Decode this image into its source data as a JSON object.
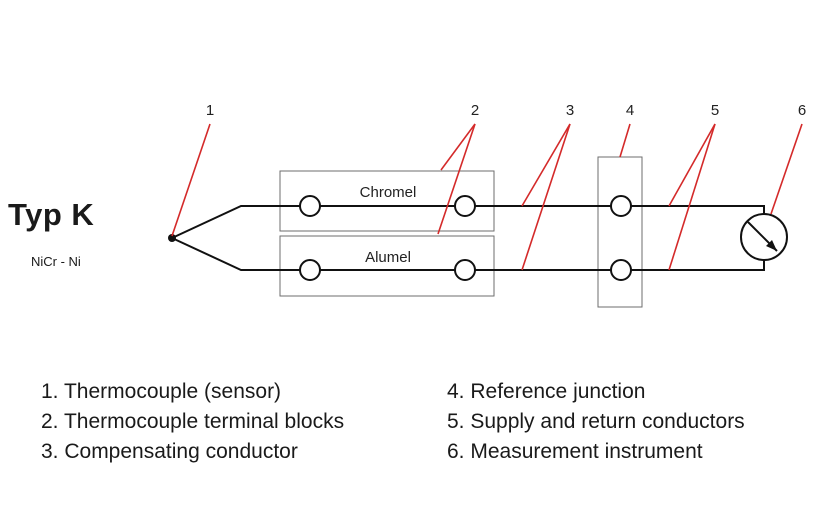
{
  "title": "Typ K",
  "subtitle": "NiCr - Ni",
  "blocks": {
    "top_label": "Chromel",
    "bottom_label": "Alumel"
  },
  "callouts": [
    "1",
    "2",
    "3",
    "4",
    "5",
    "6"
  ],
  "legend": [
    "1. Thermocouple (sensor)",
    "2. Thermocouple terminal blocks",
    "3. Compensating conductor",
    "4. Reference junction",
    "5. Supply and return conductors",
    "6. Measurement instrument"
  ],
  "colors": {
    "leader": "#d42a2a",
    "wire": "#111111",
    "box": "#6e6e6e"
  }
}
